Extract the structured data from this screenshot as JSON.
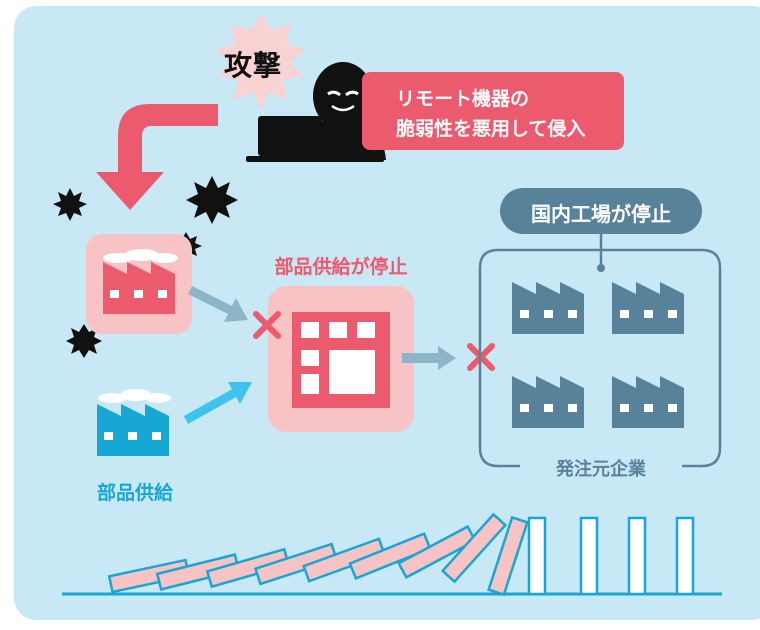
{
  "colors": {
    "panel_bg": "#c9e8f6",
    "accent_red": "#ec5a6e",
    "pink_light": "#f7c3c5",
    "steel": "#58829a",
    "cyan": "#17a7d4",
    "arrow_gray": "#8eb4c8",
    "black": "#111111"
  },
  "attack": {
    "label": "攻撃"
  },
  "hacker_box": {
    "line1": "リモート機器の",
    "line2": "脆弱性を悪用して侵入"
  },
  "domestic": {
    "label": "国内工場が停止"
  },
  "middle": {
    "label": "部品供給が停止"
  },
  "supplier": {
    "label": "部品供給"
  },
  "client": {
    "label": "発注元企業"
  },
  "dominoes": {
    "fallen_count": 9,
    "standing_count": 4
  }
}
